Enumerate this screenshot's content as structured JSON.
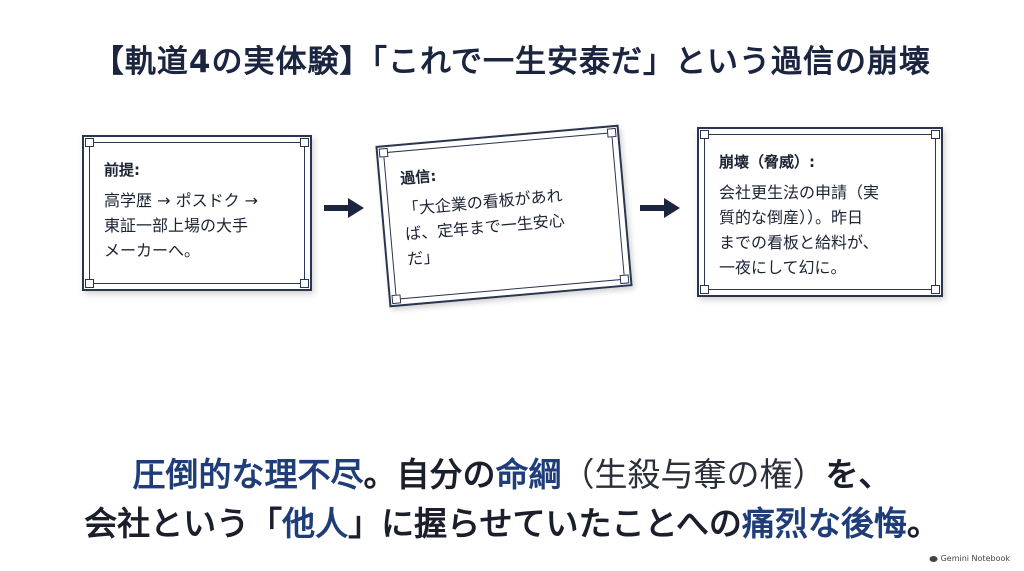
{
  "title": "【軌道4の実体験】「これで一生安泰だ」という過信の崩壊",
  "cards": [
    {
      "heading": "前提:",
      "lines": [
        "高学歴 → ポスドク →",
        "東証一部上場の大手",
        "メーカーへ。"
      ]
    },
    {
      "heading": "過信:",
      "lines": [
        "「大企業の看板があれ",
        "ば、定年まで一生安心",
        "だ」"
      ]
    },
    {
      "heading": "崩壊（脅威）:",
      "lines": [
        "会社更生法の申請（実",
        "質的な倒産））。昨日",
        "までの看板と給料が、",
        "一夜にして幻に。"
      ]
    }
  ],
  "bottom": {
    "line1": {
      "part1": "圧倒的な理不尽",
      "part2": "。自分の",
      "part3": "命綱",
      "part4": "（生殺与奪の権）",
      "part5": "を、"
    },
    "line2": {
      "part1": "会社という「",
      "part2": "他人",
      "part3": "」に握らせていたことへの",
      "part4": "痛烈な後悔",
      "part5": "。"
    }
  },
  "badge": {
    "icon": "gemini-notebook-icon",
    "text": "Gemini Notebook"
  },
  "colors": {
    "accent": "#1f3d78",
    "text": "#1b1f2b",
    "card_border": "#2a3550"
  }
}
